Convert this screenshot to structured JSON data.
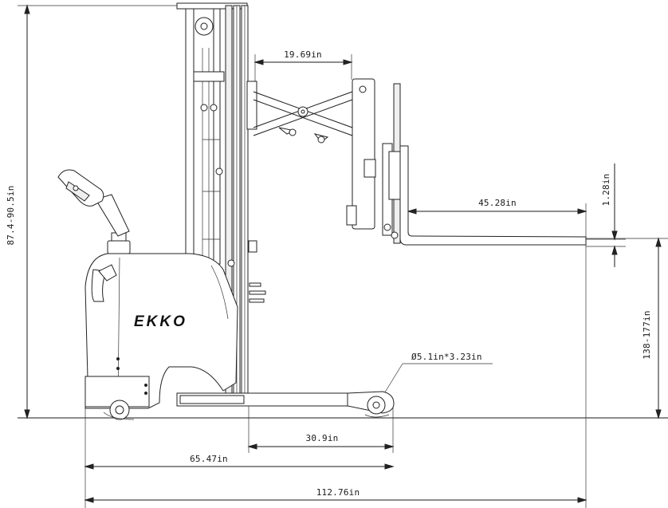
{
  "brand": {
    "logo_text": "EKKO"
  },
  "dimensions": {
    "mast_height": "87.4-90.5in",
    "reach_travel": "19.69in",
    "fork_thickness": "1.28in",
    "fork_length": "45.28in",
    "lift_height": "138-177in",
    "load_wheel": "Ø5.1in*3.23in",
    "wheelbase": "30.9in",
    "body_length": "65.47in",
    "overall_length": "112.76in"
  },
  "colors": {
    "line": "#1a1a1a",
    "background": "#ffffff"
  }
}
